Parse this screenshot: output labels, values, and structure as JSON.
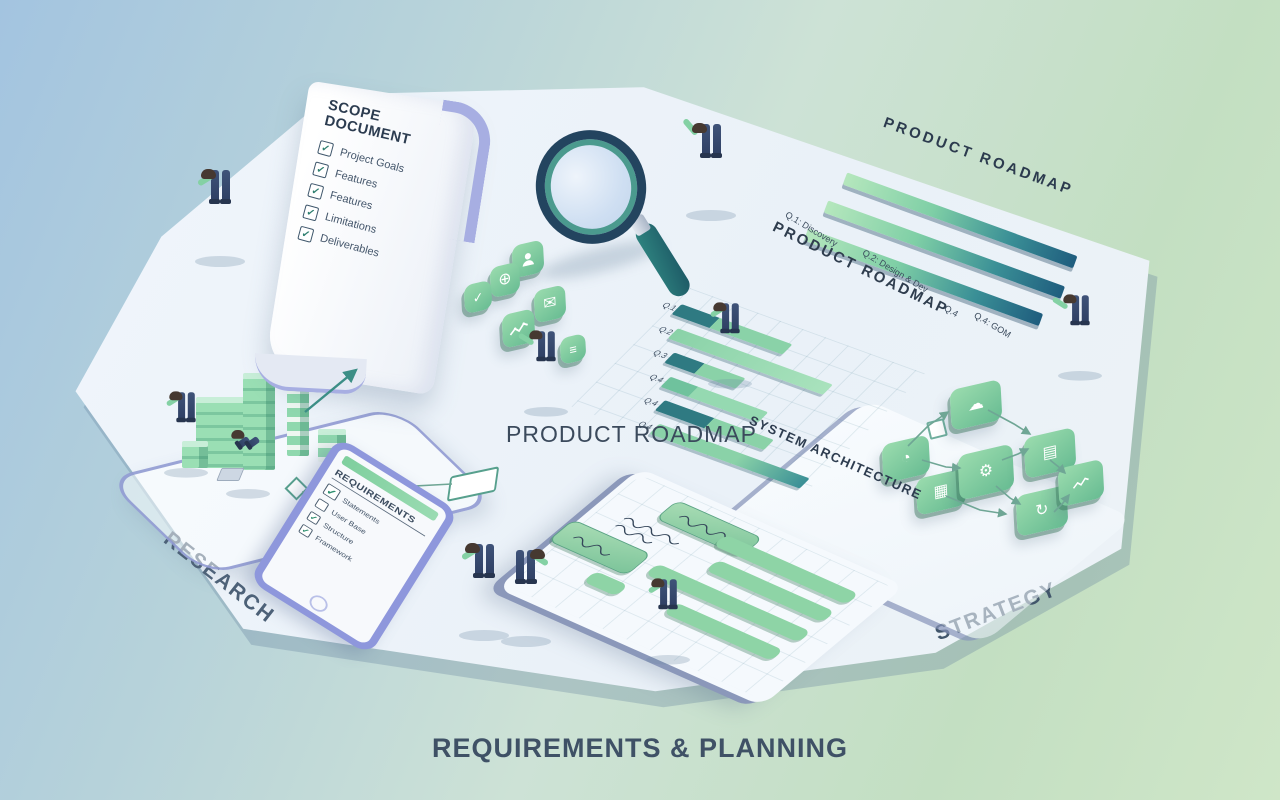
{
  "scene": {
    "bottom_title": "REQUIREMENTS & PLANNING",
    "center_label": "PRODUCT ROADMAP",
    "left_zone_label": "RESEARCH",
    "right_zone_label": "STRATEGY"
  },
  "scope_document": {
    "title": "SCOPE DOCUMENT",
    "items": [
      {
        "label": "Project Goals",
        "checked": true
      },
      {
        "label": "Features",
        "checked": true
      },
      {
        "label": "Features",
        "checked": true
      },
      {
        "label": "Limitations",
        "checked": true
      },
      {
        "label": "Deliverables",
        "checked": true
      }
    ]
  },
  "roadmap_top": {
    "title": "PRODUCT ROADMAP",
    "milestones": [
      "Q.1: Discovery",
      "Q.2: Design & Dev",
      "Q.4",
      "Q.4: GOM"
    ]
  },
  "roadmap_mid": {
    "title": "PRODUCT ROADMAP",
    "quarters": [
      "Q.1",
      "Q.2",
      "Q.3",
      "Q.4",
      "Q.4",
      "Q.4"
    ]
  },
  "system_architecture": {
    "title": "SYSTEM ARCHITECTURE"
  },
  "tablet": {
    "title": "REQUIREMENTS",
    "items": [
      {
        "label": "Statements",
        "checked": true
      },
      {
        "label": "User Base",
        "checked": false
      },
      {
        "label": "Structure",
        "checked": true
      },
      {
        "label": "Framework",
        "checked": true
      }
    ]
  },
  "glyphs": {
    "check": "✓",
    "globe": "⊕",
    "mail": "✉",
    "text": "≡",
    "cloud": "☁",
    "gear": "⚙",
    "bars": "▦",
    "doc": "▤",
    "refresh": "↻",
    "stats": "◔"
  },
  "colors": {
    "accent_green": "#7fcf9e",
    "accent_teal": "#2e7f8c",
    "dark_navy": "#23445f",
    "text_dark": "#3f5166",
    "tablet_frame": "#8e97dc"
  }
}
